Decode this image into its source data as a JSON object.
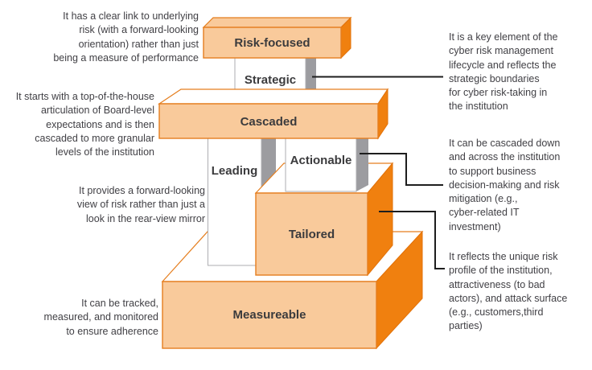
{
  "diagram": {
    "boxes": {
      "risk_focused": "Risk-focused",
      "strategic": "Strategic",
      "cascaded": "Cascaded",
      "leading": "Leading",
      "actionable": "Actionable",
      "tailored": "Tailored",
      "measureable": "Measureable"
    },
    "colors": {
      "front_face": "#f9ca9b",
      "side_face": "#f0800f",
      "outline": "#e57e1e",
      "pillar_side": "#9c9ca0",
      "pillar_outline": "#aeaeb2",
      "connector": "#1e1e1e",
      "label_text": "#3b3b3d",
      "annotation_text": "#414045"
    }
  },
  "annotations": {
    "left": [
      {
        "id": "risk-focused-note",
        "text": "It has a clear link to underlying\nrisk (with a forward-looking\norientation) rather than just\nbeing a measure of performance"
      },
      {
        "id": "cascaded-note",
        "text": "It starts with a top-of-the-house\narticulation of Board-level\nexpectations and is then\ncascaded to more granular\nlevels of the institution"
      },
      {
        "id": "leading-note",
        "text": "It provides a forward-looking\nview of risk rather than just a\nlook in the rear-view mirror"
      },
      {
        "id": "measureable-note",
        "text": "It can be tracked,\nmeasured, and monitored\nto ensure adherence"
      }
    ],
    "right": [
      {
        "id": "strategic-note",
        "text": "It is a key element of the\ncyber risk management\nlifecycle and reflects the\nstrategic boundaries\nfor cyber risk-taking in\nthe institution"
      },
      {
        "id": "actionable-note",
        "text": "It can be cascaded down\nand across the institution\nto support business\ndecision-making and risk\nmitigation (e.g.,\ncyber-related IT\ninvestment)"
      },
      {
        "id": "tailored-note",
        "text": "It reflects the unique risk\nprofile of the institution,\nattractiveness (to bad\nactors), and attack surface\n(e.g., customers,third\nparties)"
      }
    ]
  }
}
